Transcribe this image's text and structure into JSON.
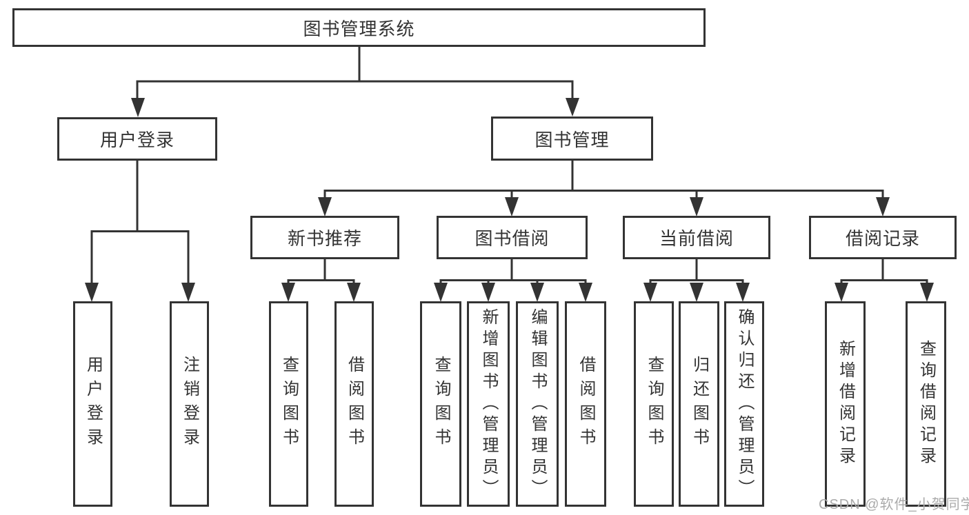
{
  "colors": {
    "background": "#ffffff",
    "line": "#333333",
    "box_border": "#333333",
    "text": "#333333",
    "watermark_text": "#aaaaaa"
  },
  "watermark": "CSDN @软件_小贺同学",
  "tree": {
    "label": "图书管理系统",
    "children": [
      {
        "label": "用户登录",
        "children": [
          {
            "label": "用户登录"
          },
          {
            "label": "注销登录"
          }
        ]
      },
      {
        "label": "图书管理",
        "children": [
          {
            "label": "新书推荐",
            "children": [
              {
                "label": "查询图书"
              },
              {
                "label": "借阅图书"
              }
            ]
          },
          {
            "label": "图书借阅",
            "children": [
              {
                "label": "查询图书"
              },
              {
                "label": "新增图书（管理员）"
              },
              {
                "label": "编辑图书（管理员）"
              },
              {
                "label": "借阅图书"
              }
            ]
          },
          {
            "label": "当前借阅",
            "children": [
              {
                "label": "查询图书"
              },
              {
                "label": "归还图书"
              },
              {
                "label": "确认归还（管理员）"
              }
            ]
          },
          {
            "label": "借阅记录",
            "children": [
              {
                "label": "新增借阅记录"
              },
              {
                "label": "查询借阅记录"
              }
            ]
          }
        ]
      }
    ]
  }
}
